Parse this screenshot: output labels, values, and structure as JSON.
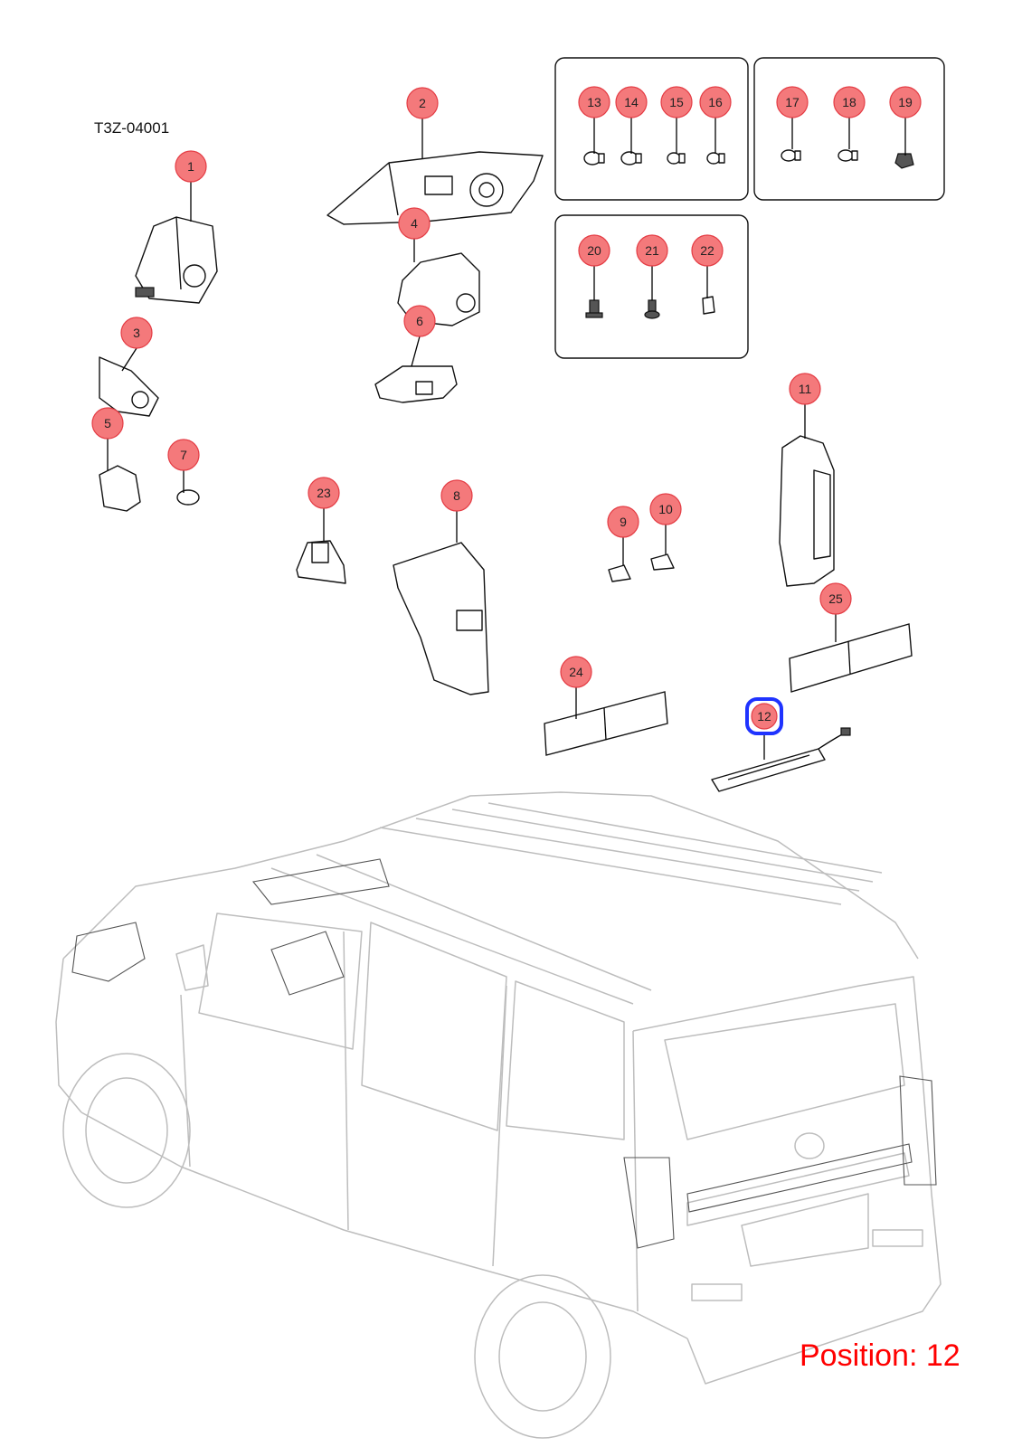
{
  "diagram": {
    "code": "T3Z-04001",
    "position_label": "Position: 12",
    "selected_callout": "12",
    "colors": {
      "callout_fill": "#f4797b",
      "callout_stroke": "#e43c44",
      "selected_ring": "#1f33ff",
      "position_text": "#ff0000",
      "vehicle_outline": "#bdbdbd"
    },
    "callouts": [
      "1",
      "2",
      "3",
      "4",
      "5",
      "6",
      "7",
      "8",
      "9",
      "10",
      "11",
      "12",
      "13",
      "14",
      "15",
      "16",
      "17",
      "18",
      "19",
      "20",
      "21",
      "22",
      "23",
      "24",
      "25"
    ]
  }
}
